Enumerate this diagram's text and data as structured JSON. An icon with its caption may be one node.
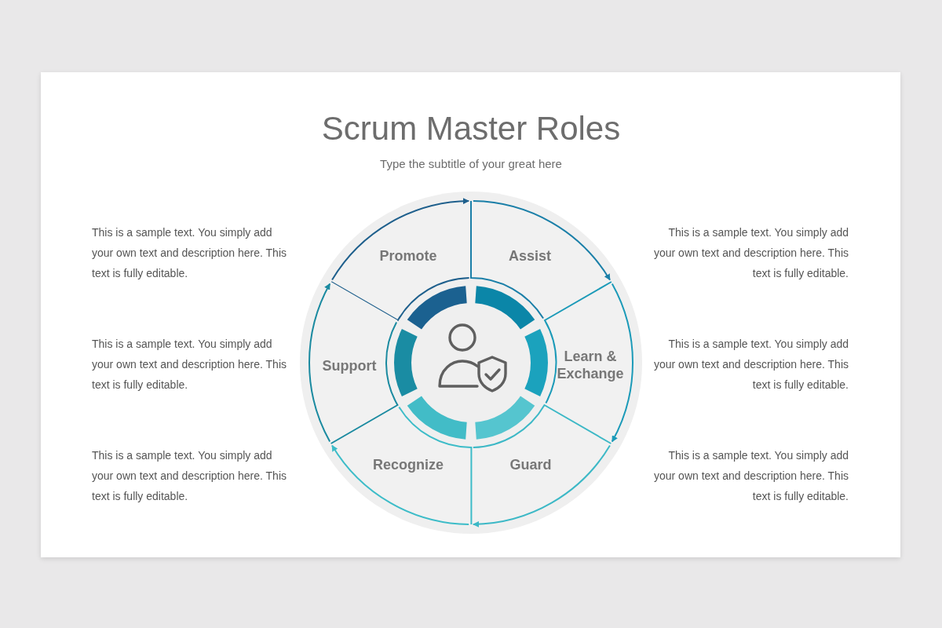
{
  "diagram": {
    "title": "Scrum Master Roles",
    "nodes": [
      {
        "text": [
          "Promote"
        ]
      },
      {
        "text": [
          "Assist"
        ]
      },
      {
        "text": [
          "Learn & Exchange"
        ]
      },
      {
        "text": [
          "Guard"
        ]
      },
      {
        "text": [
          "Recognize"
        ]
      },
      {
        "text": [
          "Support"
        ]
      }
    ],
    "edges": [
      {
        "from": 0,
        "to": 1,
        "arrow": "to",
        "color": "#1e5f8c"
      },
      {
        "from": 1,
        "to": 2,
        "arrow": "to",
        "color": "#1a7fa8"
      },
      {
        "from": 2,
        "to": 3,
        "arrow": "to",
        "color": "#1b9ab8"
      },
      {
        "from": 3,
        "to": 4,
        "arrow": "to",
        "color": "#3cb8c6"
      },
      {
        "from": 4,
        "to": 5,
        "arrow": "to",
        "color": "#3cbcc8"
      },
      {
        "from": 5,
        "to": 0,
        "arrow": "to",
        "color": "#1a8aa0"
      }
    ],
    "labels": [
      "Type the subtitle of your great here",
      "This is a sample text. You simply add your own text and description here. This text is fully editable.",
      "This is a sample text. You simply add your own text and description here. This text is fully editable.",
      "This is a sample text. You simply add your own text and description here. This text is fully editable.",
      "This is a sample text. You simply add your own text and description here. This text is fully editable.",
      "This is a sample text. You simply add your own text and description here. This text is fully editable.",
      "This is a sample text. You simply add your own text and description here. This text is fully editable."
    ]
  }
}
